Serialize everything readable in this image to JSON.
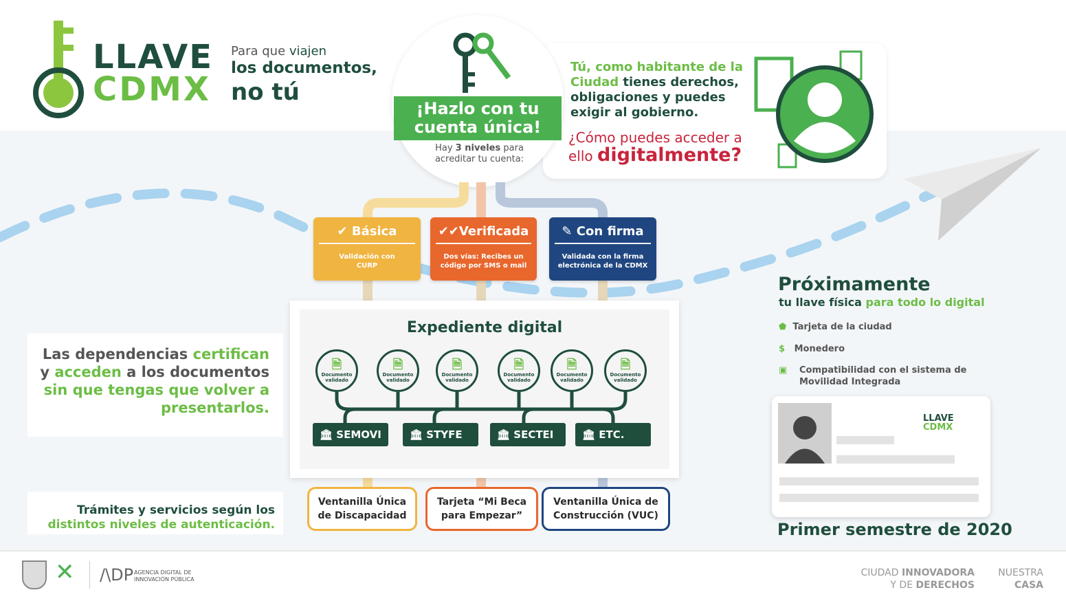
{
  "logo": {
    "line1": "LLAVE",
    "line2": "CDMX"
  },
  "tagline": {
    "line1_a": "Para que ",
    "line1_b": "viajen",
    "line2": "los documentos,",
    "line3": "no tú"
  },
  "hero": {
    "title1": "¡Hazlo con tu",
    "title2": "cuenta única!",
    "sub_a": "Hay ",
    "sub_b": "3 niveles",
    "sub_c": " para",
    "sub_d": "acreditar tu cuenta:"
  },
  "rights": {
    "g1": "Tú, como habitante de la",
    "g2": "Ciudad",
    "t2": " tienes derechos,",
    "t3": "obligaciones y puedes",
    "t4": "exigir al gobierno.",
    "q1": "¿Cómo puedes acceder a",
    "q2": "ello ",
    "q3": "digitalmente?"
  },
  "levels": [
    {
      "title": "Básica",
      "desc1": "Validación con",
      "desc2": "CURP",
      "icon": "check-icon",
      "color": "#f0b440"
    },
    {
      "title": "Verificada",
      "desc1": "Dos vías: Recibes un",
      "desc2": "código por SMS o mail",
      "icon": "double-check-icon",
      "color": "#e8672d"
    },
    {
      "title": "Con firma",
      "desc1": "Validada con la firma",
      "desc2": "electrónica de la CDMX",
      "icon": "pen-icon",
      "color": "#1f4680"
    }
  ],
  "expediente": {
    "title": "Expediente digital",
    "doc_label1": "Documento",
    "doc_label2": "validado",
    "departments": [
      "SEMOVI",
      "STYFE",
      "SECTEI",
      "ETC."
    ]
  },
  "left": {
    "l1a": "Las dependencias ",
    "l1b": "certifican",
    "l2a": "y ",
    "l2b": "acceden",
    "l2c": " a los documentos",
    "l3": "sin que tengas que volver a",
    "l4": "presentarlos.",
    "b1": "Trámites y servicios según los",
    "b2": "distintos niveles de autenticación."
  },
  "services": [
    {
      "l1": "Ventanilla Única",
      "l2": "de Discapacidad",
      "color": "#f0b440"
    },
    {
      "l1": "Tarjeta “Mi Beca",
      "l2": "para Empezar”",
      "color": "#e8672d"
    },
    {
      "l1": "Ventanilla Única de",
      "l2": "Construcción (VUC)",
      "color": "#1f4680"
    }
  ],
  "soon": {
    "title": "Próximamente",
    "sub_a": "tu llave física ",
    "sub_b": "para todo lo digital",
    "items": [
      "Tarjeta de la ciudad",
      "Monedero",
      "Compatibilidad con el sistema de",
      "Movilidad Integrada"
    ],
    "card_logo1": "LLAVE",
    "card_logo2": "CDMX",
    "date": "Primer semestre de 2020"
  },
  "footer": {
    "adip1": "AGENCIA DIGITAL DE",
    "adip2": "INNOVACIÓN PÚBLICA",
    "c1a": "CIUDAD ",
    "c1b": "INNOVADORA",
    "c2a": "Y DE ",
    "c2b": "DERECHOS",
    "n1": "NUESTRA",
    "n2": "CASA"
  }
}
